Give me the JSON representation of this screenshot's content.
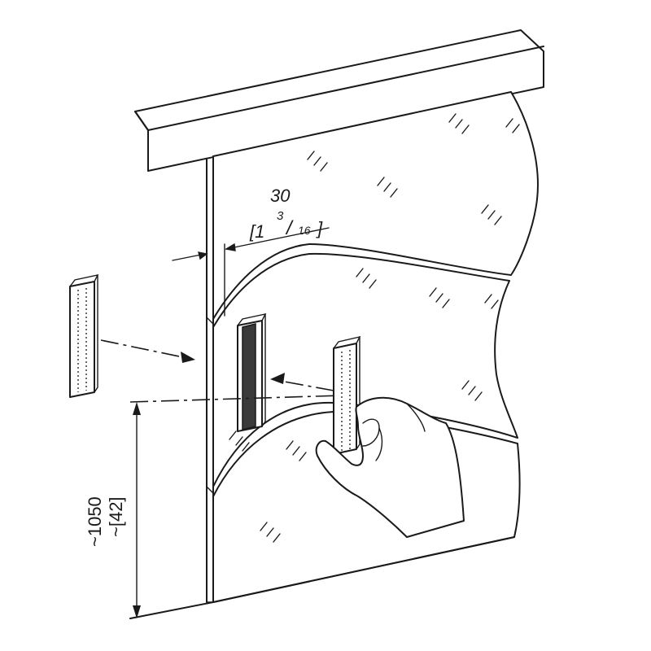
{
  "dimensions": {
    "gap": {
      "metric": "30",
      "imperial_prefix": "[1",
      "num": "3",
      "slash": "/",
      "den": "16",
      "close": "]"
    },
    "height": {
      "metric": "~1050",
      "imperial": "~[42]"
    }
  },
  "colors": {
    "line": "#1a1a1a",
    "background": "#ffffff",
    "fill_dark": "#3a3a3a"
  }
}
